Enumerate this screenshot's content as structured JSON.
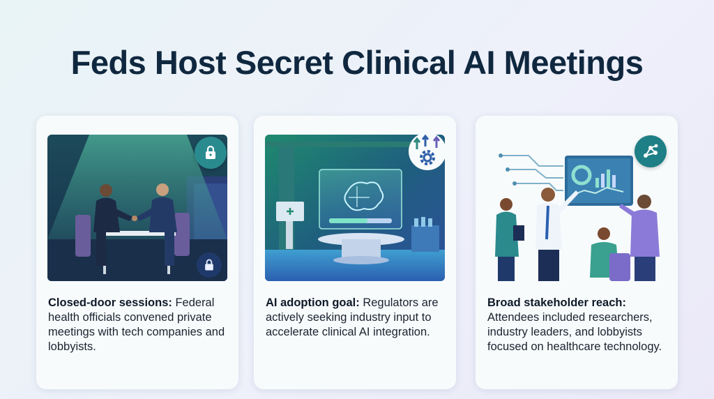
{
  "title": "Feds Host Secret Clinical AI Meetings",
  "colors": {
    "title": "#10283f",
    "accent_teal": "#1f7f86",
    "accent_blue": "#2f5fa8",
    "card_bg": "#f8fbfc"
  },
  "cards": [
    {
      "heading": "Closed-door sessions:",
      "body": " Federal health officials convened private meetings with tech companies and lobbyists.",
      "icon": "lock-icon"
    },
    {
      "heading": "AI adoption goal:",
      "body": " Regulators are actively seeking industry input to accelerate clinical AI integration.",
      "icon": "gear-arrows-icon"
    },
    {
      "heading": "Broad stakeholder reach:",
      "body": " Attendees included researchers, industry leaders, and lobbyists focused on healthcare technology.",
      "icon": "network-icon"
    }
  ]
}
